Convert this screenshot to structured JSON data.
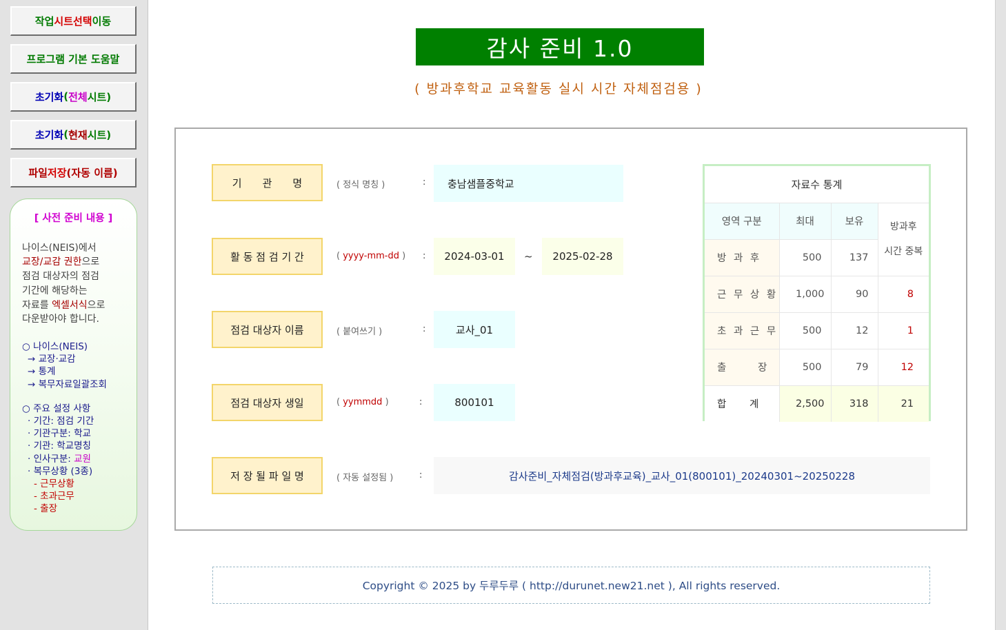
{
  "sidebar": {
    "buttons": [
      {
        "parts": [
          "작업 ",
          "시트",
          " 선택",
          " 이동"
        ]
      },
      {
        "parts": [
          "프로그램 기본 도움말"
        ]
      },
      {
        "parts": [
          "초기화 ",
          "(",
          "전체",
          " 시트)"
        ]
      },
      {
        "parts": [
          "초기화 ",
          "(",
          "현재",
          " 시트)"
        ]
      },
      {
        "parts": [
          "파일 ",
          "저장 ",
          "(자동 이름)"
        ]
      }
    ],
    "prep": {
      "title": "[ 사전 준비 내용 ]",
      "intro_1": "나이스(NEIS)에서",
      "intro_2a": "교장/교감 권한",
      "intro_2b": "으로",
      "intro_3": "점검 대상자의 점검",
      "intro_4": "기간에 해당하는",
      "intro_5a": "자료를 ",
      "intro_5b": "엑셀서식",
      "intro_5c": "으로",
      "intro_6": "다운받아야 합니다.",
      "neis_head": "○ 나이스(NEIS)",
      "neis_1": "→ 교장·교감",
      "neis_2": "→ 통계",
      "neis_3": "→ 복무자료일괄조회",
      "settings_head": "○ 주요 설정 사항",
      "set_1": "· 기간: 점검 기간",
      "set_2": "· 기관구분: 학교",
      "set_3": "· 기관: 학교명칭",
      "set_4a": "· 인사구분: ",
      "set_4b": "교원",
      "set_5": "· 복무상황 (3종)",
      "set_6": "- 근무상황",
      "set_7": "- 초과근무",
      "set_8": "- 출장"
    }
  },
  "header": {
    "title": "감사 준비 1.0",
    "subtitle": "( 방과후학교 교육활동 실시 시간 자체점검용 )"
  },
  "form": {
    "org_label": "기　　관　　명",
    "org_hint": "( 정식 명칭 )",
    "org_value": "충남샘플중학교",
    "period_label": "활 동 점 검  기 간",
    "period_hint": "yyyy-mm-dd",
    "period_start": "2024-03-01",
    "period_sep": "~",
    "period_end": "2025-02-28",
    "name_label": "점검 대상자 이름",
    "name_hint": "( 붙여쓰기 )",
    "name_value": "교사_01",
    "birth_label": "점검 대상자 생일",
    "birth_hint": "yymmdd",
    "birth_value": "800101",
    "file_label": "저 장 될  파 일 명",
    "file_hint": "( 자동 설정됨 )",
    "file_value": "감사준비_자체점검(방과후교육)_교사_01(800101)_20240301~20250228",
    "colon": ":"
  },
  "stats": {
    "caption": "자료수 통계",
    "headers": [
      "영역 구분",
      "최대",
      "보유"
    ],
    "dup_header_1": "방과후",
    "dup_header_2": "시간 중복",
    "rows": [
      {
        "label": "방 과 후",
        "max": "500",
        "have": "137",
        "dup": ""
      },
      {
        "label": "근 무 상 황",
        "max": "1,000",
        "have": "90",
        "dup": "8"
      },
      {
        "label": "초 과 근 무",
        "max": "500",
        "have": "12",
        "dup": "1"
      },
      {
        "label": "출　　 장",
        "max": "500",
        "have": "79",
        "dup": "12"
      }
    ],
    "total": {
      "label": "합　　 계",
      "max": "2,500",
      "have": "318",
      "dup": "21"
    }
  },
  "footer": {
    "text": "Copyright © 2025 by 두루두루 ( http://durunet.new21.net ),  All rights reserved."
  },
  "colors": {
    "title_bg": "#008000",
    "label_bg": "#fff2cc",
    "accent_red": "#c00000"
  }
}
